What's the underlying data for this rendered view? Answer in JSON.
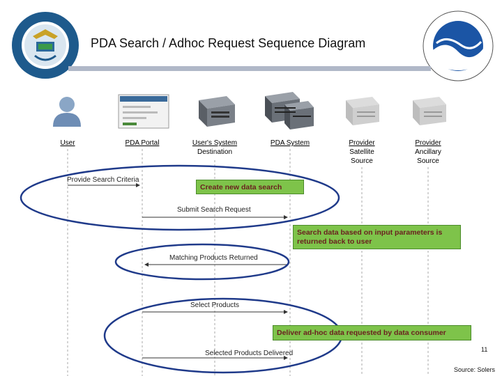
{
  "title": "PDA Search / Adhoc Request Sequence Diagram",
  "logos": {
    "left": "Department of Commerce seal",
    "right": "NOAA logo"
  },
  "actors": [
    {
      "id": "user",
      "name": "User",
      "sub": ""
    },
    {
      "id": "portal",
      "name": "PDA Portal",
      "sub": ""
    },
    {
      "id": "usersys",
      "name": "User's System",
      "sub": "Destination"
    },
    {
      "id": "pdasys",
      "name": "PDA System",
      "sub": ""
    },
    {
      "id": "provsat",
      "name": "Provider",
      "sub": "Satellite Source"
    },
    {
      "id": "provanc",
      "name": "Provider",
      "sub": "Ancillary Source"
    }
  ],
  "messages": {
    "m1": "Provide Search Criteria",
    "m2": "Submit Search Request",
    "m3": "Matching Products Returned",
    "m4": "Select Products",
    "m5": "Selected Products Delivered"
  },
  "notes": {
    "n1": "Create new data search",
    "n2": "Search data based on input parameters is returned back to user",
    "n3": "Deliver ad-hoc data requested by data consumer"
  },
  "footer": {
    "page": "11",
    "source": "Source: Solers"
  },
  "colors": {
    "ellipse": "#1f3a8a",
    "note_fill": "#7ec34a",
    "note_text": "#6a1f1f"
  }
}
